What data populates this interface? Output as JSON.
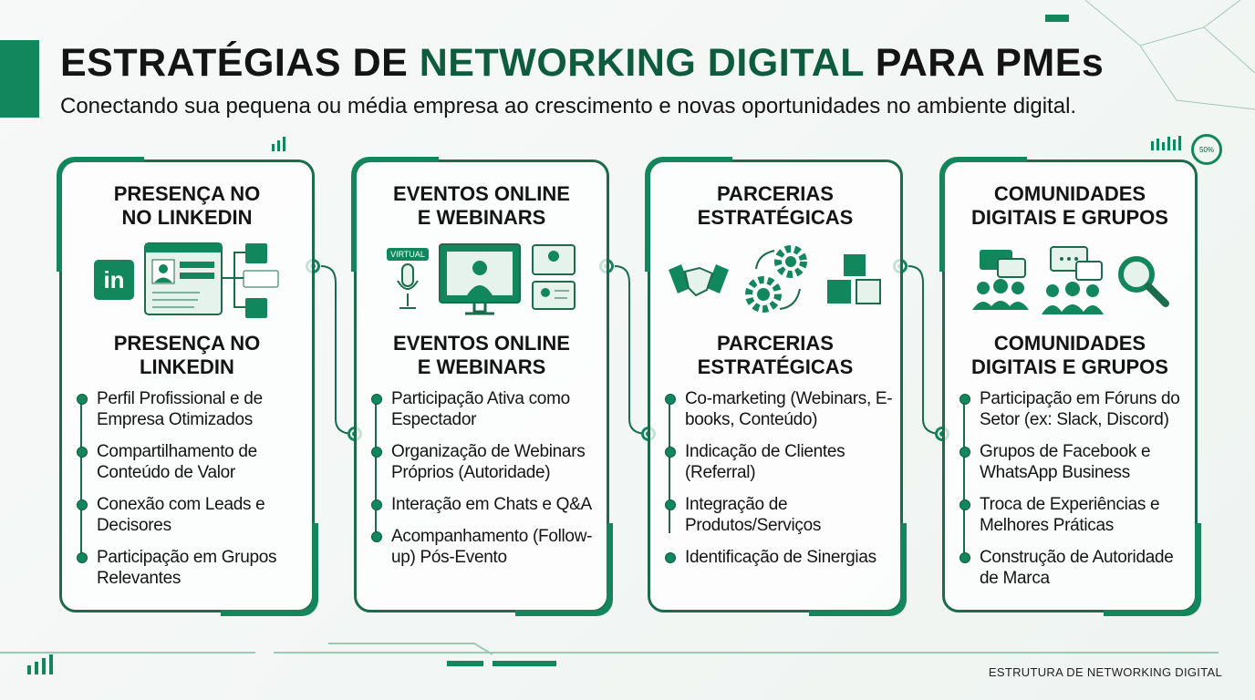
{
  "header": {
    "title_part1": "ESTRATÉGIAS DE ",
    "title_highlight": "NETWORKING DIGITAL",
    "title_part2": " PARA PMEs",
    "subtitle": "Conectando sua pequena ou média empresa ao crescimento e novas oportunidades no ambiente digital."
  },
  "colors": {
    "primary": "#12875e",
    "dark": "#0d5c3f",
    "text": "#141414"
  },
  "cards": [
    {
      "title": "PRESENÇA NO NO LINKEDIN",
      "subtitle": "PRESENÇA NO LINKEDIN",
      "icons": [
        "linkedin-icon",
        "profile-page-icon",
        "connections-icon"
      ],
      "bullets": [
        "Perfil Profissional e de Empresa Otimizados",
        "Compartilhamento de Conteúdo de Valor",
        "Conexão com Leads e Decisores",
        "Participação em Grupos Relevantes"
      ]
    },
    {
      "title": "EVENTOS ONLINE E WEBINARS",
      "subtitle": "EVENTOS ONLINE E WEBINARS",
      "icon_label": "VIRTUAL",
      "icons": [
        "microphone-icon",
        "webinar-screen-icon",
        "video-call-icon"
      ],
      "bullets": [
        "Participação Ativa como Espectador",
        "Organização de Webinars Próprios (Autoridade)",
        "Interação em Chats e Q&A",
        "Acompanhamento (Follow-up) Pós-Evento"
      ]
    },
    {
      "title": "PARCERIAS ESTRATÉGICAS",
      "subtitle": "PARCERIAS ESTRATÉGICAS",
      "icons": [
        "handshake-icon",
        "gears-icon",
        "puzzle-icon"
      ],
      "bullets": [
        "Co-marketing (Webinars, E-books, Conteúdo)",
        "Indicação de Clientes (Referral)",
        "Integração de Produtos/Serviços",
        "Identificação de Sinergias"
      ]
    },
    {
      "title": "COMUNIDADES DIGITAIS E GRUPOS",
      "subtitle": "COMUNIDADES DIGITAIS E GRUPOS",
      "icons": [
        "chat-group-icon",
        "chat-group-icon",
        "magnifier-icon"
      ],
      "bullets": [
        "Participação em Fóruns do Setor (ex: Slack, Discord)",
        "Grupos de Facebook e WhatsApp Business",
        "Troca de Experiências e Melhores Práticas",
        "Construção de Autoridade de Marca"
      ]
    }
  ],
  "decor": {
    "gauge_label": "50%"
  },
  "footer": {
    "label": "ESTRUTURA DE NETWORKING DIGITAL"
  }
}
